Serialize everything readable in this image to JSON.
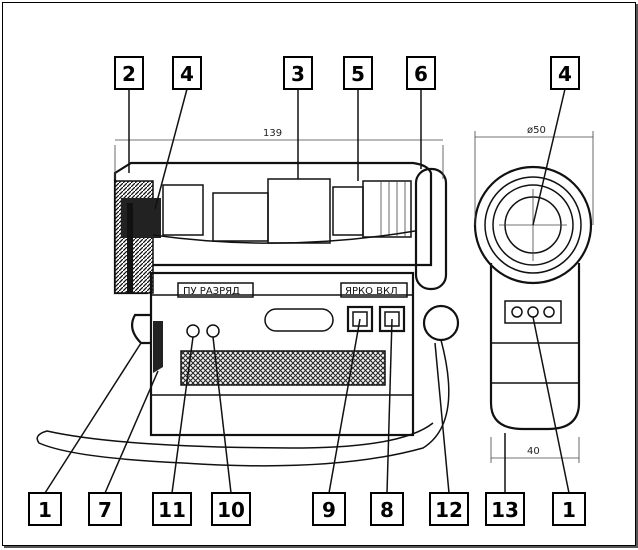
{
  "callouts_top": [
    "2",
    "4",
    "3",
    "5",
    "6",
    "4"
  ],
  "callouts_bottom": [
    "1",
    "7",
    "11",
    "10",
    "9",
    "8",
    "12",
    "13",
    "1"
  ],
  "dimensions": {
    "length": "139",
    "diameter": "ø50",
    "width": "40"
  },
  "panel_labels": {
    "left": "ПУ  РАЗРЯД",
    "right": "ЯРКО  ВКЛ"
  }
}
